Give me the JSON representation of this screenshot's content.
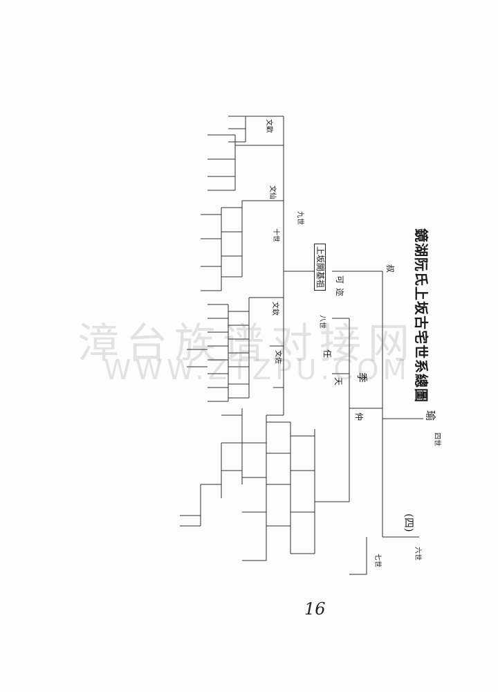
{
  "document": {
    "title": "鏡湖阮氏上坂古宅世系總圖",
    "part": "(四)",
    "root_label": "上坂開基祖",
    "page_number": "16"
  },
  "watermark": {
    "cn": "漳台族谱对接网",
    "url": "WWW.ZTZPU.COM"
  },
  "generations": [
    "四世",
    "六世",
    "七世",
    "八世",
    "九世",
    "十世"
  ],
  "names": [
    "瑜",
    "叔",
    "季",
    "仲",
    "任",
    "天",
    "可",
    "迩",
    "文歡",
    "文仙",
    "文欽",
    "文佐"
  ]
}
